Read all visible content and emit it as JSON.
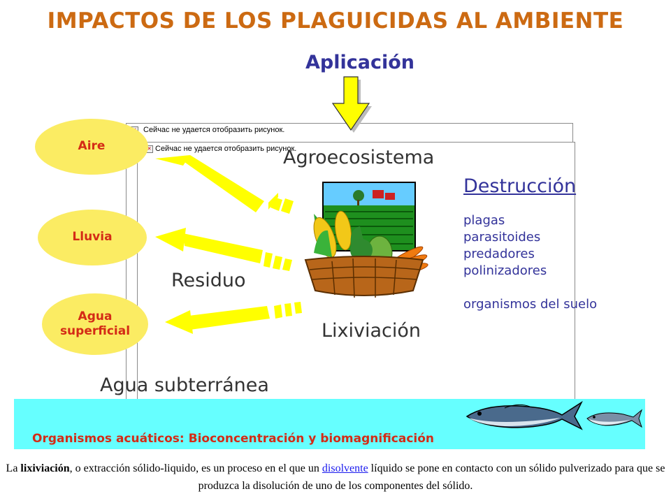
{
  "title": "IMPACTOS DE LOS PLAGUICIDAS AL AMBIENTE",
  "application_label": "Aplicación",
  "placeholders": [
    {
      "text": "Сейчас не удается отобразить рисунок."
    },
    {
      "text": "Сейчас не удается отобразить рисунок."
    }
  ],
  "compartments": {
    "aire": "Aire",
    "lluvia": "Lluvia",
    "agua_superficial_line1": "Agua",
    "agua_superficial_line2": "superficial"
  },
  "agroecosystem_label": "Agroecosistema",
  "residuo_label": "Residuo",
  "lixiviacion_label": "Lixiviación",
  "groundwater_label": "Agua subterránea",
  "destruction": {
    "heading": "Destrucción",
    "items": [
      "plagas",
      "parasitoides",
      "predadores",
      "polinizadores"
    ],
    "extra": "organismos del suelo"
  },
  "aquatic_label": "Organismos acuáticos: Bioconcentración y biomagnificación",
  "footnote": {
    "part1": "La ",
    "bold": "lixiviación",
    "part2": ", o extracción sólido-liquido, es un proceso en el que un ",
    "link": "disolvente",
    "part3": " líquido se pone en contacto con un sólido pulverizado para que se produzca la disolución de uno de los componentes del sólido."
  },
  "colors": {
    "title": "#cc6a12",
    "application": "#33339a",
    "oval_fill": "#fbec63",
    "oval_text": "#d42b16",
    "arrow": "#ffff00",
    "band": "#66ffff",
    "aquatic_text": "#d42b16"
  }
}
